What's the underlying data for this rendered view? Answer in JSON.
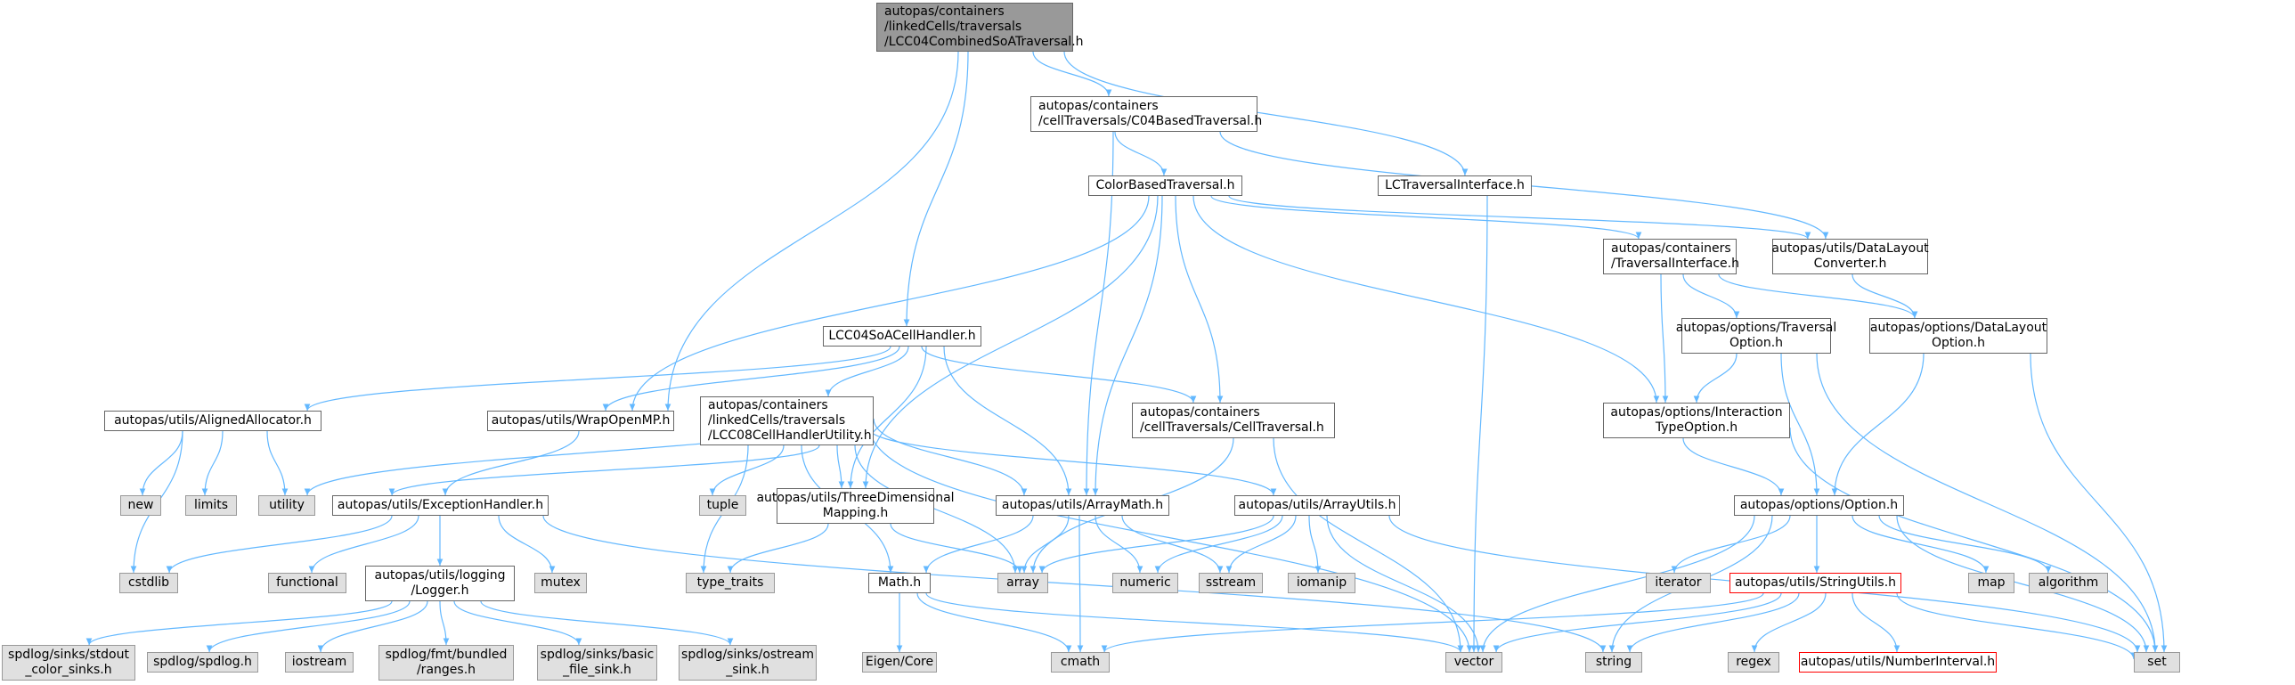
{
  "nodes": {
    "root": "autopas/containers\n/linkedCells/traversals\n/LCC04CombinedSoATraversal.h",
    "c04based": "autopas/containers\n/cellTraversals/C04BasedTraversal.h",
    "colorbased": "ColorBasedTraversal.h",
    "lctraversal": "LCTraversalInterface.h",
    "traversalif": "autopas/containers\n/TraversalInterface.h",
    "dlconverter": "autopas/utils/DataLayout\nConverter.h",
    "traversalopt": "autopas/options/Traversal\nOption.h",
    "dlopt": "autopas/options/DataLayout\nOption.h",
    "lcc04soa": "LCC04SoACellHandler.h",
    "aligned": "autopas/utils/AlignedAllocator.h",
    "wrapomp": "autopas/utils/WrapOpenMP.h",
    "lcc08": "autopas/containers\n/linkedCells/traversals\n/LCC08CellHandlerUtility.h",
    "celltraversal": "autopas/containers\n/cellTraversals/CellTraversal.h",
    "interopt": "autopas/options/Interaction\nTypeOption.h",
    "option": "autopas/options/Option.h",
    "exception": "autopas/utils/ExceptionHandler.h",
    "threedim": "autopas/utils/ThreeDimensional\nMapping.h",
    "arraymath": "autopas/utils/ArrayMath.h",
    "arrayutils": "autopas/utils/ArrayUtils.h",
    "stringutils": "autopas/utils/StringUtils.h",
    "logger": "autopas/utils/logging\n/Logger.h",
    "mathh": "Math.h",
    "numinterval": "autopas/utils/NumberInterval.h",
    "new": "new",
    "limits": "limits",
    "utility": "utility",
    "tuple": "tuple",
    "cstdlib": "cstdlib",
    "functional": "functional",
    "mutex": "mutex",
    "type_traits": "type_traits",
    "array": "array",
    "numeric": "numeric",
    "sstream": "sstream",
    "iomanip": "iomanip",
    "iterator": "iterator",
    "map": "map",
    "algorithm": "algorithm",
    "set": "set",
    "vector": "vector",
    "string": "string",
    "regex": "regex",
    "cmath": "cmath",
    "eigen": "Eigen/Core",
    "stdout_sinks": "spdlog/sinks/stdout\n_color_sinks.h",
    "spdlog": "spdlog/spdlog.h",
    "iostream": "iostream",
    "fmt_ranges": "spdlog/fmt/bundled\n/ranges.h",
    "basic_file": "spdlog/sinks/basic\n_file_sink.h",
    "ostream_sink": "spdlog/sinks/ostream\n_sink.h"
  }
}
